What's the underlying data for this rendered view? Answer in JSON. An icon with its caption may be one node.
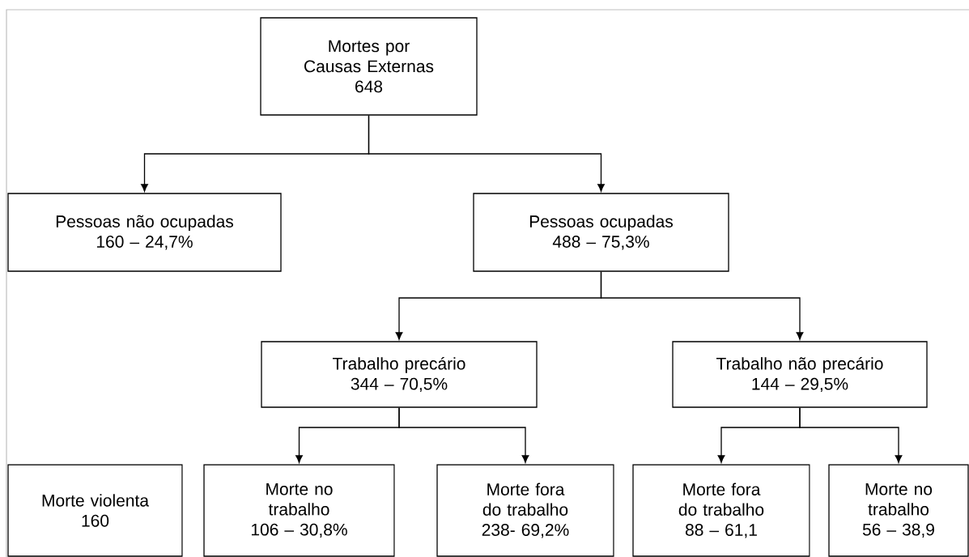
{
  "diagram": {
    "nodes": [
      {
        "text": [
          "Mortes por Causas Externas",
          "648"
        ]
      },
      {
        "text": [
          "Pessoas não ocupadas",
          "160 – 24,7%"
        ]
      },
      {
        "text": [
          "Pessoas ocupadas",
          "488 – 75,3%"
        ]
      },
      {
        "text": [
          "Trabalho precário",
          "344 – 70,5%"
        ]
      },
      {
        "text": [
          "Trabalho não precário",
          "144 – 29,5%"
        ]
      },
      {
        "text": [
          "Morte violenta",
          "160"
        ]
      },
      {
        "text": [
          "Morte no trabalho",
          "106 – 30,8%"
        ]
      },
      {
        "text": [
          "Morte fora do trabalho",
          "238- 69,2%"
        ]
      },
      {
        "text": [
          "Morte fora do trabalho",
          "88 – 61,1"
        ]
      },
      {
        "text": [
          "Morte no trabalho",
          "56 – 38,9"
        ]
      }
    ],
    "edges": [
      {
        "from": 0,
        "to": 1,
        "arrow": "to"
      },
      {
        "from": 0,
        "to": 2,
        "arrow": "to"
      },
      {
        "from": 2,
        "to": 3,
        "arrow": "to"
      },
      {
        "from": 2,
        "to": 4,
        "arrow": "to"
      },
      {
        "from": 3,
        "to": 6,
        "arrow": "to"
      },
      {
        "from": 3,
        "to": 7,
        "arrow": "to"
      },
      {
        "from": 4,
        "to": 8,
        "arrow": "to"
      },
      {
        "from": 4,
        "to": 9,
        "arrow": "to"
      }
    ]
  }
}
